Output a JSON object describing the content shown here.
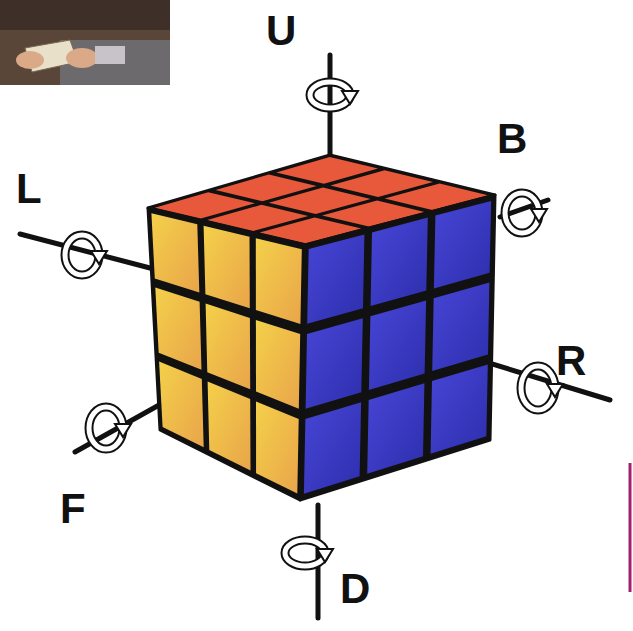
{
  "diagram": {
    "labels": [
      "U",
      "B",
      "L",
      "R",
      "F",
      "D"
    ]
  }
}
